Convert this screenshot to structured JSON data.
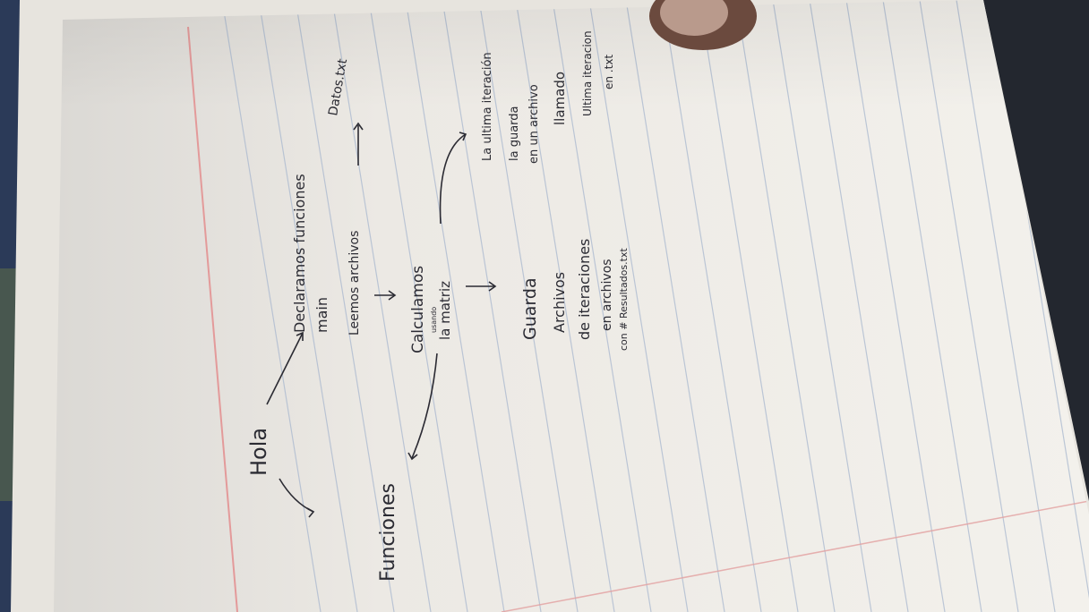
{
  "notebook_page": {
    "title": "Hola",
    "nodes": {
      "declaramos": "Declaramos funciones",
      "main": "main",
      "leemos": "Leemos archivos",
      "datos": "Datos.txt",
      "funciones": "Funciones",
      "calculamos": "Calculamos",
      "usando": "usando",
      "la_matriz": "la matriz",
      "ultima_1": "La ultima iteración",
      "ultima_2": "la guarda",
      "ultima_3": "en un archivo",
      "ultima_4": "llamado",
      "ultima_5": "Ultima iteracion",
      "ultima_6": "en .txt",
      "guarda_1": "Guarda",
      "guarda_2": "Archivos",
      "guarda_3": "de iteraciones",
      "guarda_4": "en archivos",
      "guarda_5": "con # Resultados.txt"
    }
  },
  "colors": {
    "paper": "#efece6",
    "rule_line": "#a9b8cf",
    "margin_line": "#e39a9a",
    "ink": "#2b2b33",
    "background": "#23272f"
  }
}
